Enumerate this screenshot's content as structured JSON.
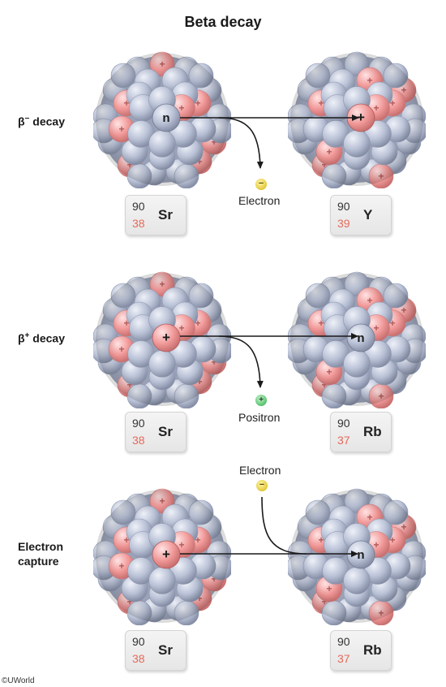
{
  "title": "Beta decay",
  "rows": [
    {
      "label_main": "β",
      "label_sup": "−",
      "label_rest": " decay",
      "left_center": "n",
      "right_center": "+",
      "emitted_particle": {
        "name": "Electron",
        "symbol": "−",
        "kind": "electron"
      },
      "left_element": {
        "mass": "90",
        "atomic": "38",
        "symbol": "Sr"
      },
      "right_element": {
        "mass": "90",
        "atomic": "39",
        "symbol": "Y"
      }
    },
    {
      "label_main": "β",
      "label_sup": "+",
      "label_rest": " decay",
      "left_center": "+",
      "right_center": "n",
      "emitted_particle": {
        "name": "Positron",
        "symbol": "+",
        "kind": "positron"
      },
      "left_element": {
        "mass": "90",
        "atomic": "38",
        "symbol": "Sr"
      },
      "right_element": {
        "mass": "90",
        "atomic": "37",
        "symbol": "Rb"
      }
    },
    {
      "label_line1": "Electron",
      "label_line2": "capture",
      "left_center": "+",
      "right_center": "n",
      "absorbed_particle": {
        "name": "Electron",
        "symbol": "−",
        "kind": "electron"
      },
      "left_element": {
        "mass": "90",
        "atomic": "38",
        "symbol": "Sr"
      },
      "right_element": {
        "mass": "90",
        "atomic": "37",
        "symbol": "Rb"
      }
    }
  ],
  "nucleon_proton_mark": "+",
  "colors": {
    "proton": "#f29a9a",
    "neutron": "#b9c1d6",
    "arrow": "#1a1a1a",
    "atomic_number": "#e46a5a"
  },
  "copyright": "©UWorld"
}
